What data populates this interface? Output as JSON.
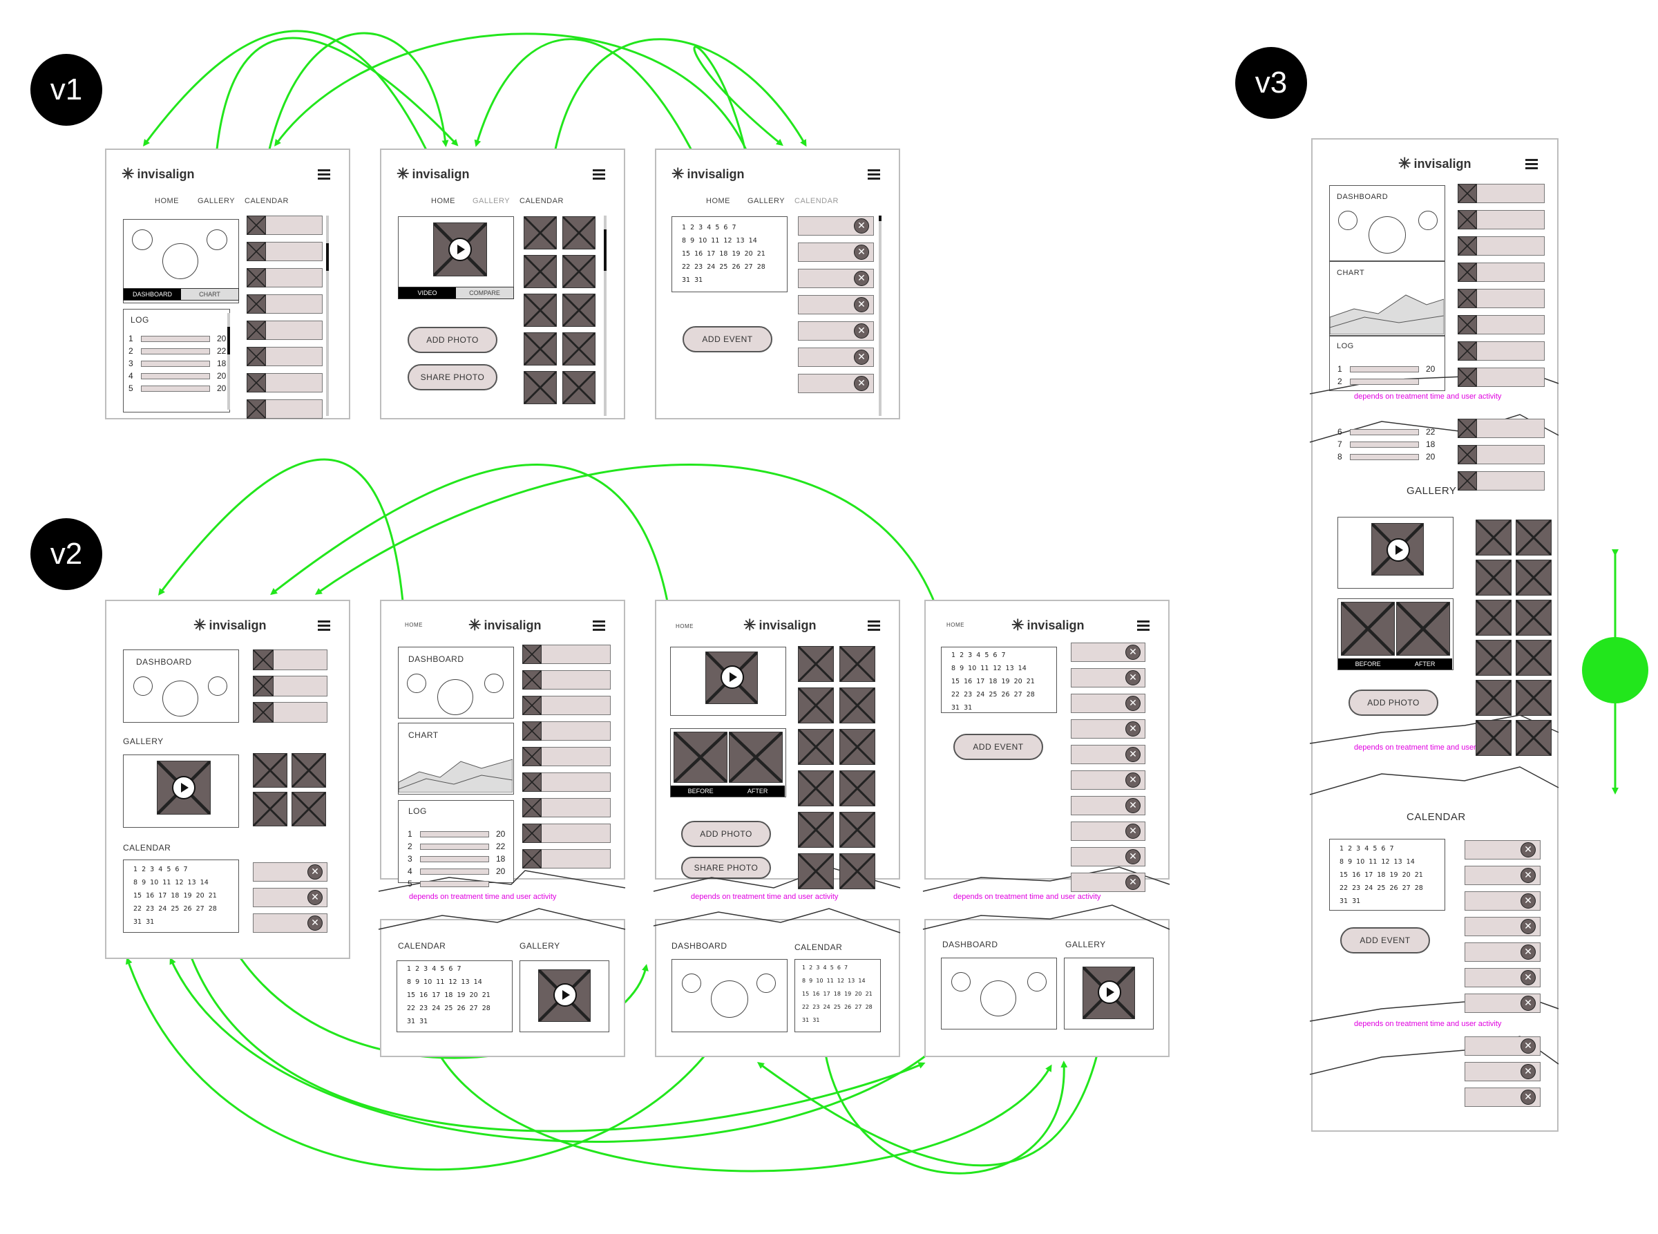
{
  "badges": {
    "v1": "v1",
    "v2": "v2",
    "v3": "v3"
  },
  "brand": "invisalign",
  "nav": {
    "home": "HOME",
    "gallery": "GALLERY",
    "calendar": "CALENDAR"
  },
  "tabs": {
    "dashboard": "DASHBOARD",
    "chart": "CHART",
    "video": "VIDEO",
    "compare": "COMPARE"
  },
  "labels": {
    "dashboard": "DASHBOARD",
    "chart": "CHART",
    "log": "LOG",
    "gallery": "GALLERY",
    "calendar": "CALENDAR",
    "before": "BEFORE",
    "after": "AFTER"
  },
  "buttons": {
    "add_photo": "ADD PHOTO",
    "share_photo": "SHARE PHOTO",
    "add_event": "ADD EVENT"
  },
  "note": "depends on treatment time and user activity",
  "calendar_text": "1  2  3  4  5  6  7\n8  9  10  11  12  13  14\n15  16  17  18  19  20  21\n22  23  24  25  26  27  28\n31  31",
  "log_v1": [
    [
      "1",
      "20"
    ],
    [
      "2",
      "22"
    ],
    [
      "3",
      "18"
    ],
    [
      "4",
      "20"
    ],
    [
      "5",
      "20"
    ]
  ],
  "log_v2": [
    [
      "1",
      "20"
    ],
    [
      "2",
      "22"
    ],
    [
      "3",
      "18"
    ],
    [
      "4",
      "20"
    ],
    [
      "5",
      ""
    ]
  ],
  "log_v3a": [
    [
      "1",
      "20"
    ],
    [
      "2",
      ""
    ]
  ],
  "log_v3b": [
    [
      "6",
      "22"
    ],
    [
      "7",
      "18"
    ],
    [
      "8",
      "20"
    ]
  ],
  "colors": {
    "arrow": "#22e61c",
    "note": "#e000e0",
    "thumb": "#6a5f5f",
    "bar": "#e3d9d9"
  }
}
